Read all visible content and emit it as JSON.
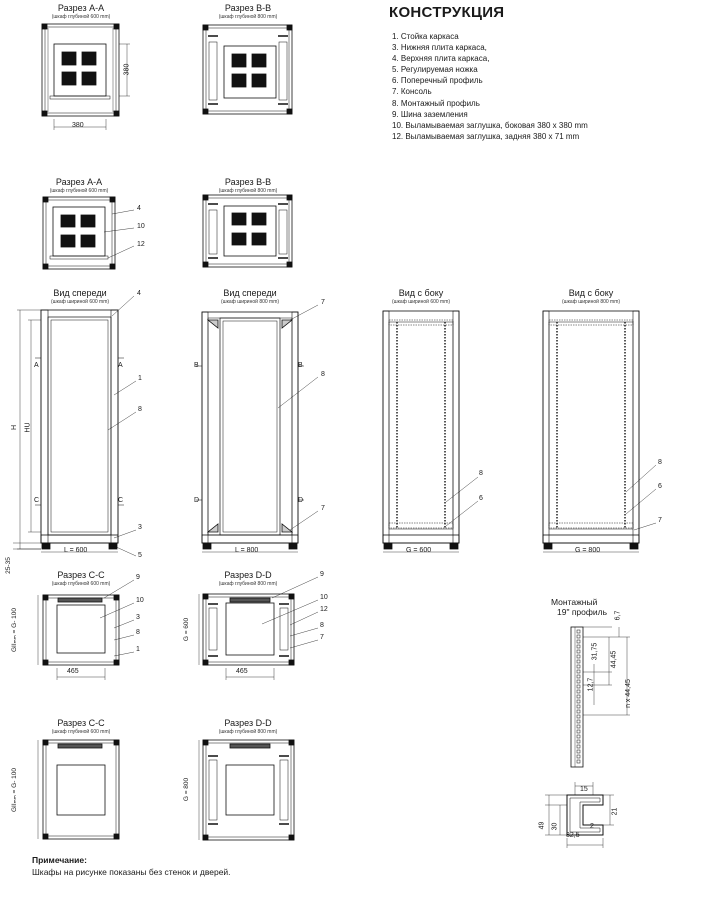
{
  "heading": "КОНСТРУКЦИЯ",
  "legend": [
    "1. Стойка каркаса",
    "3. Нижняя плита каркаса,",
    "4. Верхняя плита каркаса,",
    "5. Регулируемая ножка",
    "6. Поперечный профиль",
    "7. Консоль",
    "8. Монтажный профиль",
    "9. Шина заземления",
    "10. Выламываемая заглушка, боковая 380 x 380 mm",
    "12. Выламываемая заглушка, задняя 380 x 71 mm"
  ],
  "views": {
    "a1": {
      "title": "Разрез A-A",
      "sub": "(шкаф глубиной 600 mm)"
    },
    "b1": {
      "title": "Разрез B-B",
      "sub": "(шкаф глубиной 800 mm)"
    },
    "a2": {
      "title": "Разрез A-A",
      "sub": "(шкаф глубиной 600 mm)"
    },
    "b2": {
      "title": "Разрез B-B",
      "sub": "(шкаф глубиной 800 mm)"
    },
    "f1": {
      "title": "Вид спереди",
      "sub": "(шкаф шириной 600 mm)"
    },
    "f2": {
      "title": "Вид спереди",
      "sub": "(шкаф шириной 800 mm)"
    },
    "s1": {
      "title": "Вид с боку",
      "sub": "(шкаф шириной 600 mm)"
    },
    "s2": {
      "title": "Вид с боку",
      "sub": "(шкаф шириной 800 mm)"
    },
    "c1": {
      "title": "Разрез C-C",
      "sub": "(шкаф глубиной 600 mm)"
    },
    "d1": {
      "title": "Разрез D-D",
      "sub": "(шкаф глубиной 800 mm)"
    },
    "c2": {
      "title": "Разрез C-C",
      "sub": "(шкаф глубиной 600 mm)"
    },
    "d2": {
      "title": "Разрез D-D",
      "sub": "(шкаф глубиной 800 mm)"
    }
  },
  "profile_title": [
    "Монтажный",
    "19\" профиль"
  ],
  "dims": {
    "d380": "380",
    "d465": "465",
    "L600": "L = 600",
    "L800": "L = 800",
    "G600": "G = 600",
    "G800": "G = 800",
    "H": "H",
    "HU": "HU",
    "foot": "25-35",
    "Gmm600": "G = 600",
    "Gmm800": "G = 800",
    "Gll600": "GIIₘₘ = G- 100",
    "Gll800": "GIIₘₘ = G- 100",
    "p67": "6,7",
    "p3175": "31,75",
    "p4445": "44,45",
    "p127": "12,7",
    "pn": "n x 44,45",
    "c15": "15",
    "c21": "21",
    "c49": "49",
    "c30": "30",
    "c325": "32,5",
    "c2": "2"
  },
  "marks": {
    "A": "A",
    "B": "B",
    "C": "C",
    "D": "D",
    "n1": "1",
    "n3": "3",
    "n4": "4",
    "n5": "5",
    "n6": "6",
    "n7": "7",
    "n8": "8",
    "n9": "9",
    "n10": "10",
    "n12": "12"
  },
  "note": {
    "title": "Примечание:",
    "body": "Шкафы на рисунке показаны без стенок и дверей."
  }
}
